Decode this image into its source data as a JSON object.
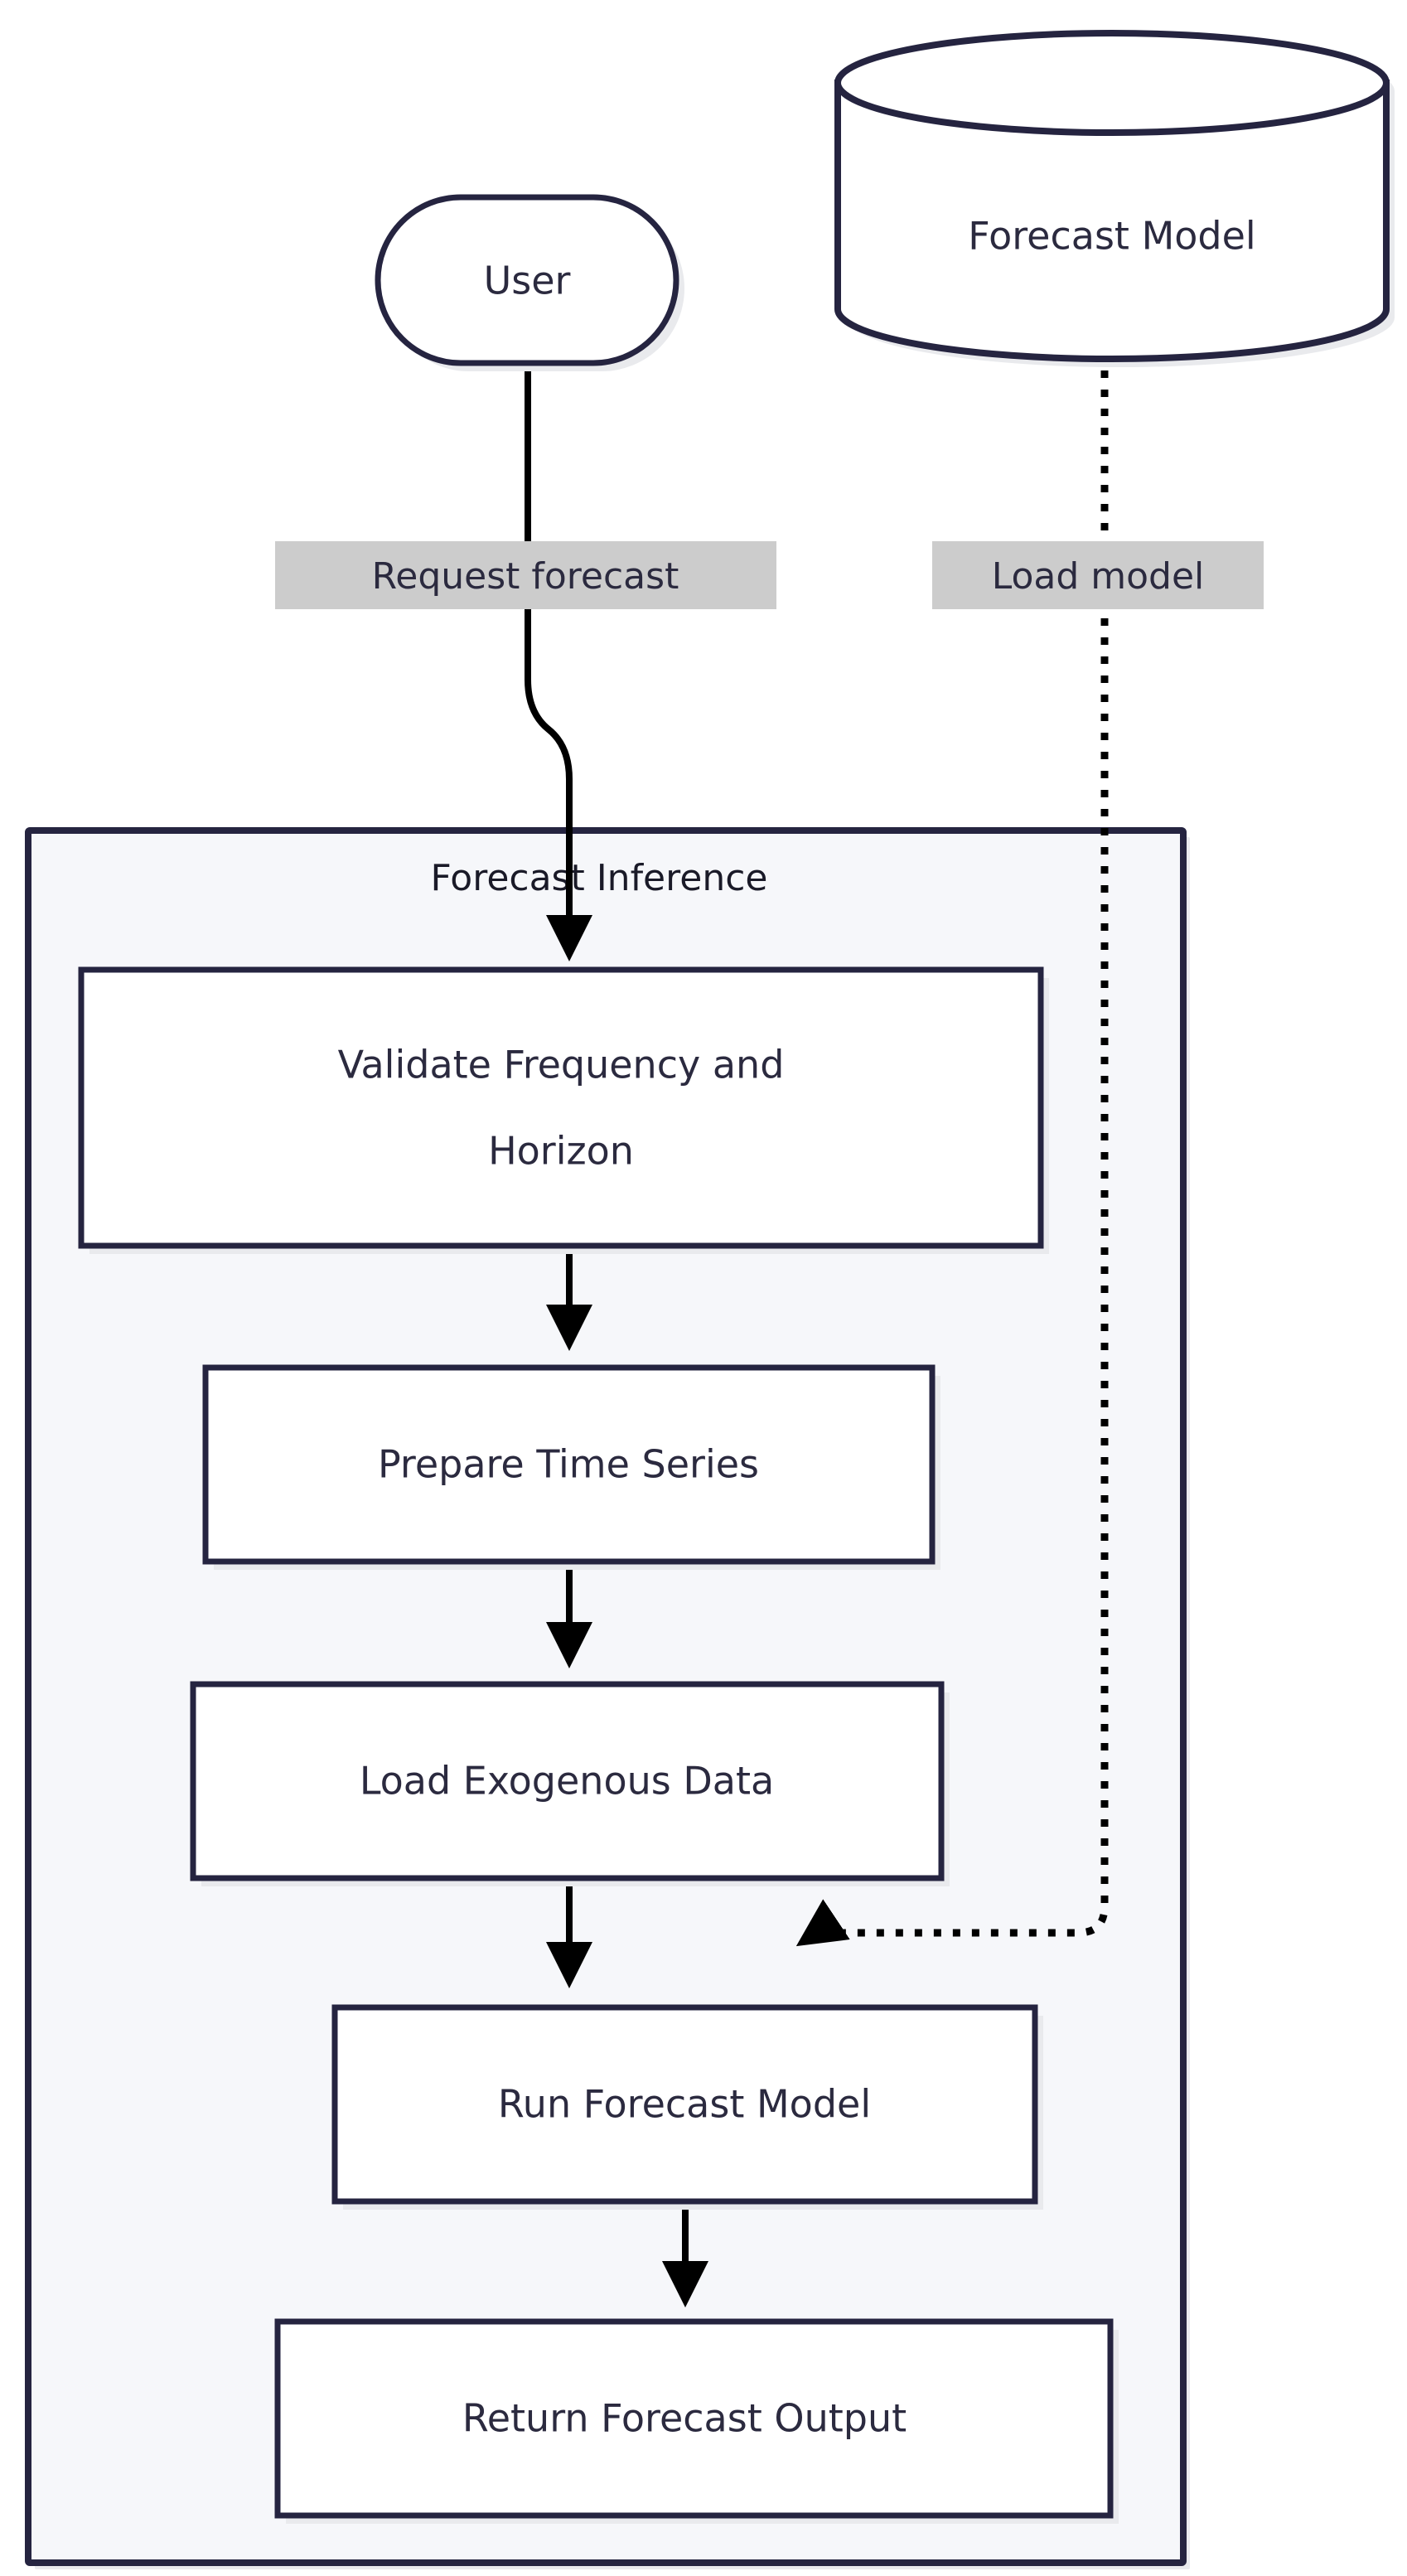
{
  "diagram": {
    "type": "flowchart",
    "direction": "top-down",
    "title": null,
    "colors": {
      "node_stroke": "#252440",
      "node_fill": "#ffffff",
      "text": "#2b2a3f",
      "cluster_fill": "#f6f7fa",
      "cluster_stroke": "#252440",
      "edge": "#000000",
      "edge_label_bg": "#cccccc",
      "shadow": "#e9eaed",
      "page_bg": "#ffffff"
    },
    "nodes": [
      {
        "id": "user",
        "label": "User",
        "shape": "stadium"
      },
      {
        "id": "model_store",
        "label": "Forecast Model",
        "shape": "cylinder"
      },
      {
        "id": "validate",
        "label_line1": "Validate Frequency and",
        "label_line2": "Horizon",
        "label": "Validate Frequency and Horizon",
        "shape": "rect"
      },
      {
        "id": "prepare",
        "label": "Prepare Time Series",
        "shape": "rect"
      },
      {
        "id": "exogenous",
        "label": "Load Exogenous Data",
        "shape": "rect"
      },
      {
        "id": "run_model",
        "label": "Run Forecast Model",
        "shape": "rect"
      },
      {
        "id": "return_output",
        "label": "Return Forecast Output",
        "shape": "rect"
      }
    ],
    "cluster": {
      "id": "forecast_inference",
      "title": "Forecast Inference",
      "contains": [
        "validate",
        "prepare",
        "exogenous",
        "run_model",
        "return_output"
      ]
    },
    "edges": [
      {
        "from": "user",
        "to": "validate",
        "label": "Request forecast",
        "style": "solid",
        "arrow": "triangle"
      },
      {
        "from": "model_store",
        "to": "run_model",
        "label": "Load model",
        "style": "dotted",
        "arrow": "triangle"
      },
      {
        "from": "validate",
        "to": "prepare",
        "label": "",
        "style": "solid",
        "arrow": "triangle"
      },
      {
        "from": "prepare",
        "to": "exogenous",
        "label": "",
        "style": "solid",
        "arrow": "triangle"
      },
      {
        "from": "exogenous",
        "to": "run_model",
        "label": "",
        "style": "solid",
        "arrow": "triangle"
      },
      {
        "from": "run_model",
        "to": "return_output",
        "label": "",
        "style": "solid",
        "arrow": "triangle"
      }
    ],
    "edge_labels": [
      {
        "id": "request-forecast",
        "text": "Request forecast"
      },
      {
        "id": "load-model",
        "text": "Load model"
      }
    ]
  }
}
